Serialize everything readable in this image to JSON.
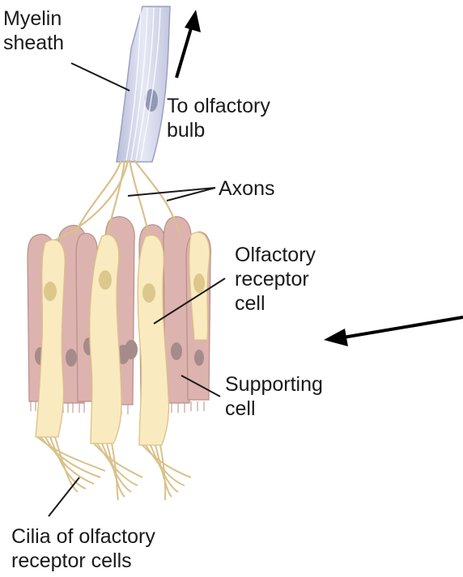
{
  "labels": {
    "myelin_sheath": [
      "Myelin",
      "sheath"
    ],
    "to_olfactory_bulb": [
      "To olfactory",
      "bulb"
    ],
    "axons": "Axons",
    "olfactory_receptor_cell": [
      "Olfactory",
      "receptor",
      "cell"
    ],
    "supporting_cell": [
      "Supporting",
      "cell"
    ],
    "cilia": [
      "Cilia of olfactory",
      "receptor cells"
    ]
  },
  "colors": {
    "supporting_cell": "#dcb3ae",
    "supporting_nucleus": "#a58b8a",
    "receptor_cell": "#faeabf",
    "receptor_nucleus": "#dcc88c",
    "myelin": "#cfd3e8",
    "arrow": "#000000"
  }
}
